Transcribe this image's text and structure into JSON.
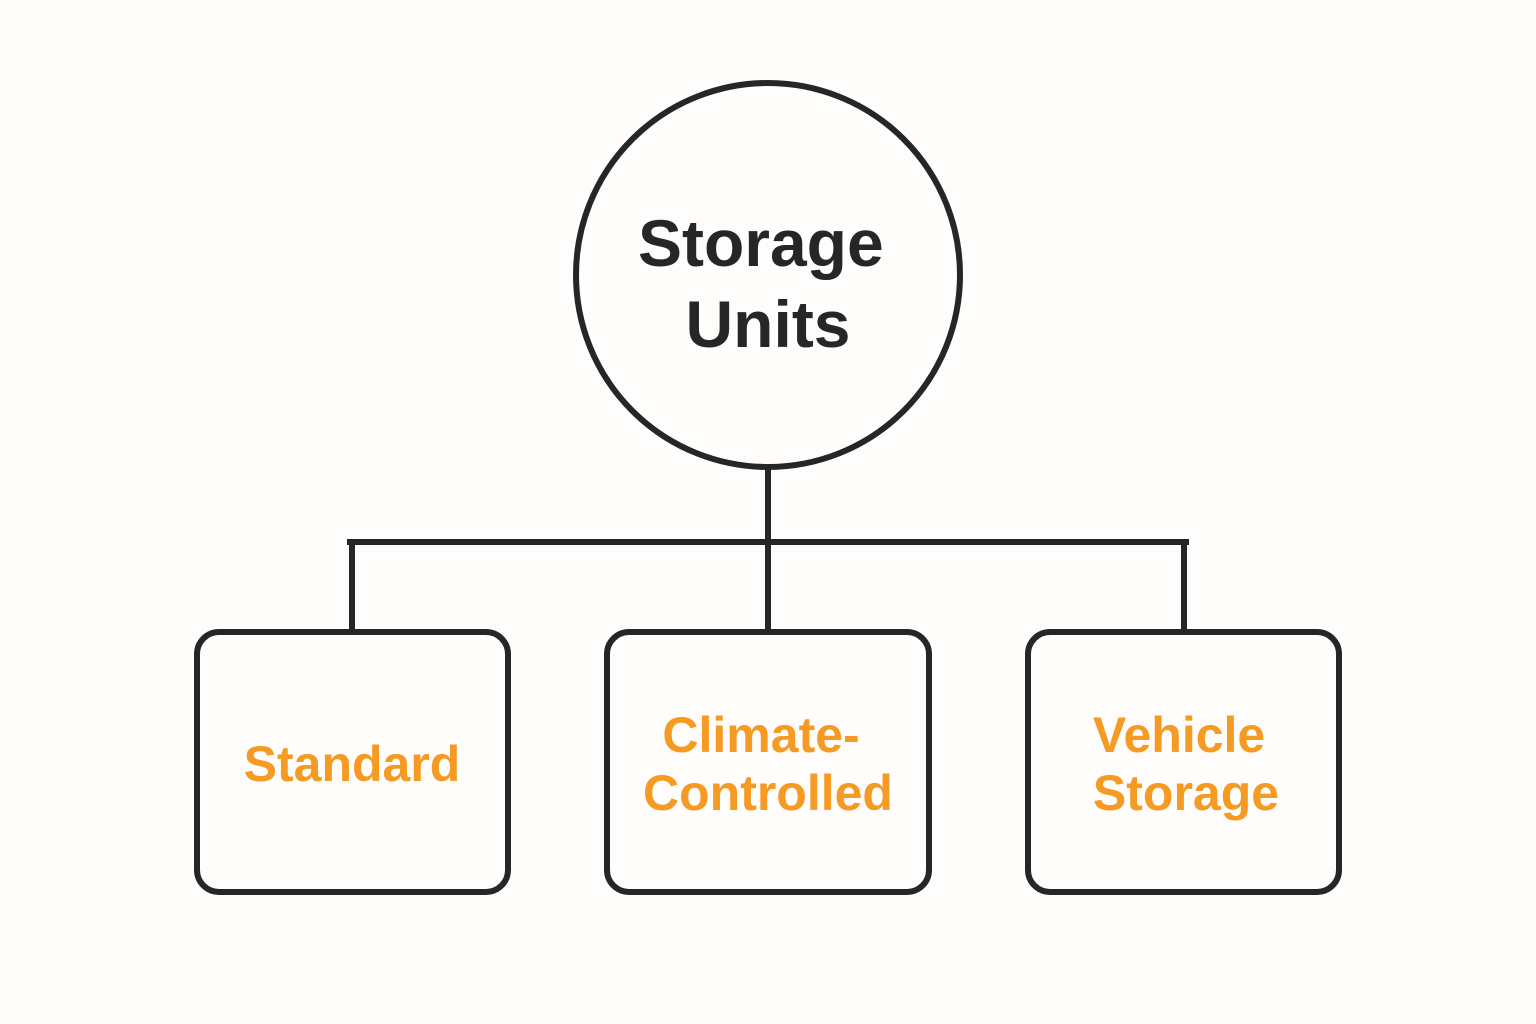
{
  "root": {
    "lines": [
      "Storage",
      "Units"
    ]
  },
  "children": [
    {
      "lines": [
        "Standard"
      ]
    },
    {
      "lines": [
        "Climate-",
        "Controlled"
      ]
    },
    {
      "lines": [
        "Vehicle",
        "Storage"
      ]
    }
  ],
  "colors": {
    "stroke": "#262626",
    "root_text": "#262626",
    "child_text": "#f59a23",
    "background": "#fefdfb"
  }
}
